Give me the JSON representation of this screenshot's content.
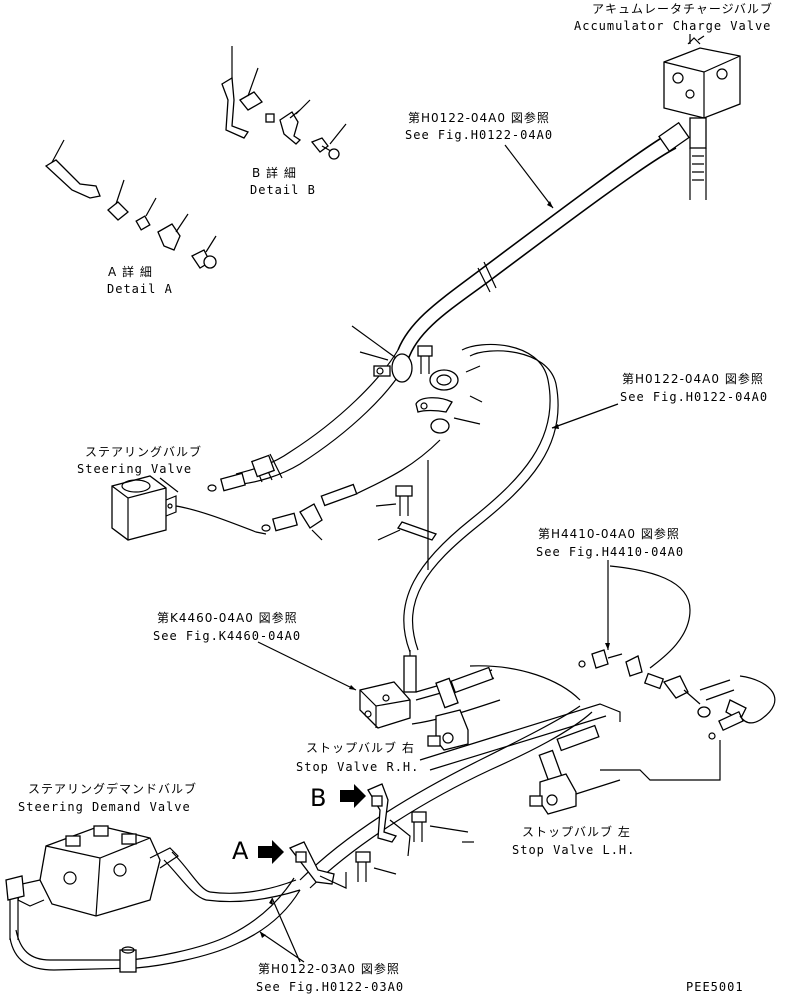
{
  "labels": {
    "accumulator_jp": "アキュムレータチャージバルブ",
    "accumulator_en": "Accumulator Charge Valve",
    "ref_h0122_04_top_jp": "第H0122-04A0 図参照",
    "ref_h0122_04_top_en": "See Fig.H0122-04A0",
    "detail_b_jp": "B 詳 細",
    "detail_b_en": "Detail B",
    "detail_a_jp": "A 詳 細",
    "detail_a_en": "Detail A",
    "ref_h0122_04_mid_jp": "第H0122-04A0 図参照",
    "ref_h0122_04_mid_en": "See Fig.H0122-04A0",
    "steering_valve_jp": "ステアリングバルブ",
    "steering_valve_en": "Steering Valve",
    "ref_h4410_jp": "第H4410-04A0 図参照",
    "ref_h4410_en": "See Fig.H4410-04A0",
    "ref_k4460_jp": "第K4460-04A0 図参照",
    "ref_k4460_en": "See Fig.K4460-04A0",
    "stop_rh_jp": "ストップバルブ 右",
    "stop_rh_en": "Stop Valve R.H.",
    "steering_demand_jp": "ステアリングデマンドバルブ",
    "steering_demand_en": "Steering Demand Valve",
    "marker_b": "B",
    "marker_a": "A",
    "stop_lh_jp": "ストップバルブ 左",
    "stop_lh_en": "Stop Valve L.H.",
    "ref_h0122_03_jp": "第H0122-03A0 図参照",
    "ref_h0122_03_en": "See Fig.H0122-03A0",
    "drawing_code": "PEE5001"
  }
}
